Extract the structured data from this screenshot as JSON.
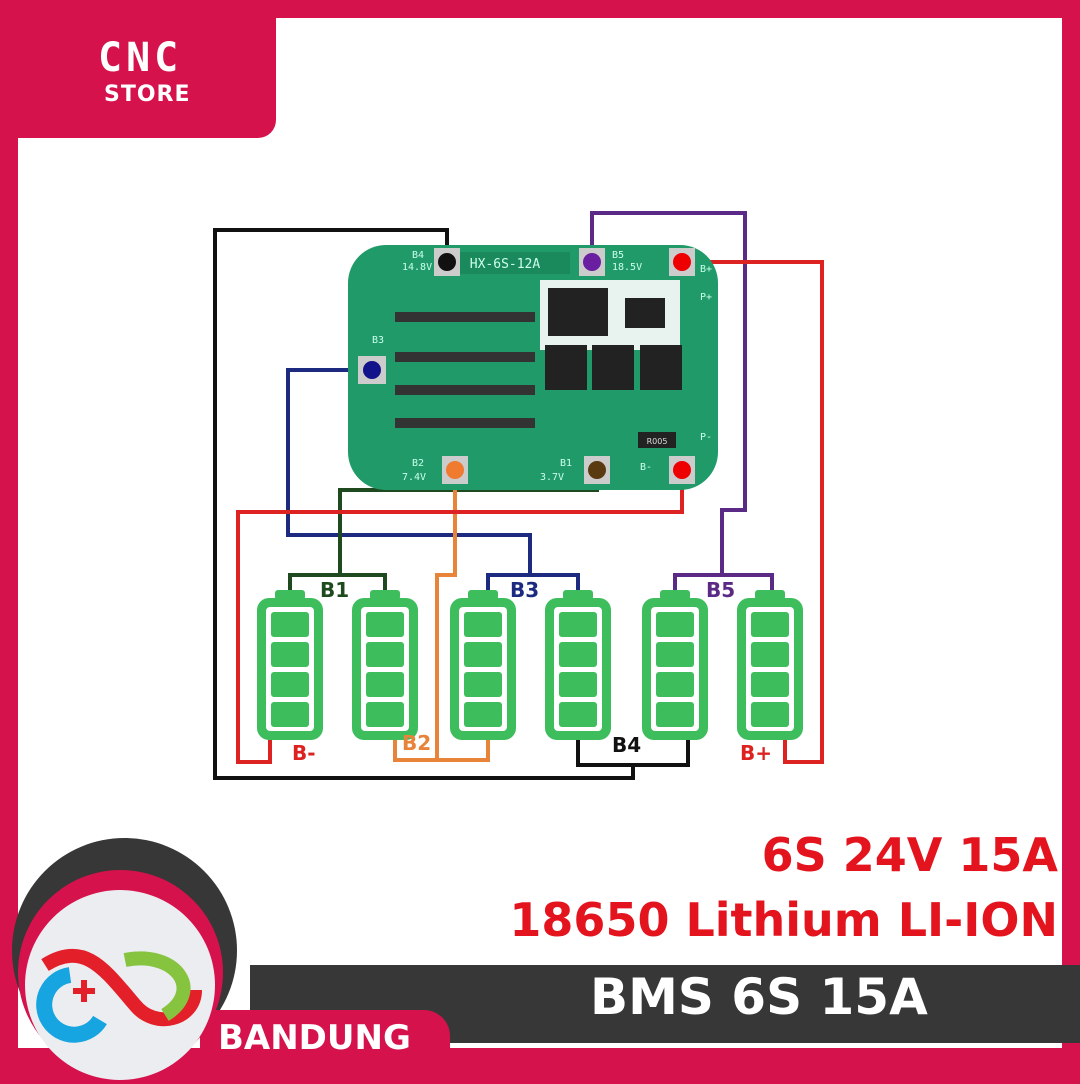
{
  "brand": {
    "line1": "CNC",
    "line2": "STORE",
    "location": "BANDUNG"
  },
  "headline": {
    "line1": "6S 24V 15A",
    "line2": "18650 Lithium LI-ION"
  },
  "product_label": "BMS 6S 15A",
  "board": {
    "model": "HX-6S-12A",
    "pads": [
      {
        "name": "B4",
        "voltage": "14.8V"
      },
      {
        "name": "B5",
        "voltage": "18.5V"
      },
      {
        "name": "B+"
      },
      {
        "name": "B3"
      },
      {
        "name": "B2",
        "voltage": "7.4V"
      },
      {
        "name": "B1",
        "voltage": "3.7V"
      },
      {
        "name": "B-"
      },
      {
        "name": "P+"
      },
      {
        "name": "P-"
      }
    ],
    "chip": "R005"
  },
  "wiring_labels": [
    "B1",
    "B3",
    "B5",
    "B-",
    "B2",
    "B4",
    "B+"
  ],
  "colors": {
    "frame": "#d5124c",
    "text_red": "#e3141e",
    "dark": "#373737",
    "battery": "#3dbd5c",
    "pcb": "#1f9a68"
  }
}
